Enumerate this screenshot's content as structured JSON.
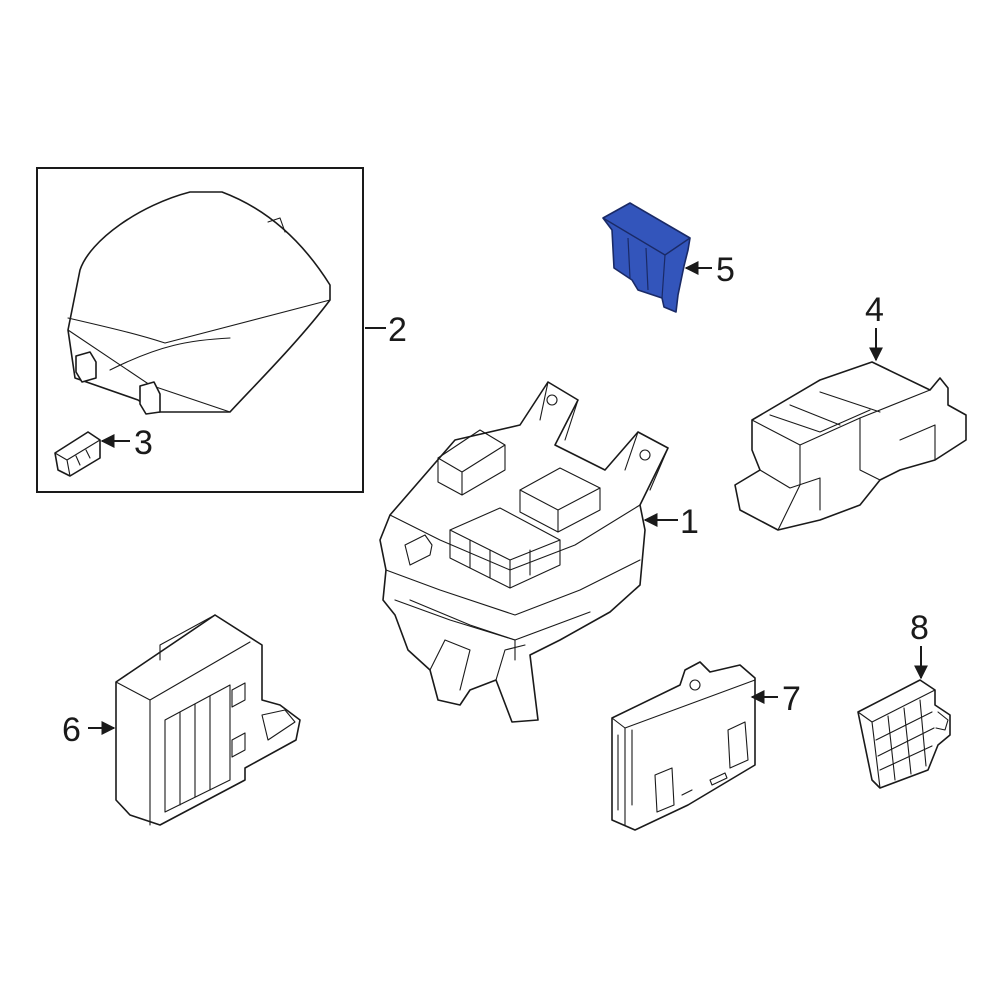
{
  "diagram": {
    "highlight_color": "#3355bb",
    "line_color": "#1a1a1a",
    "callouts": [
      "1",
      "2",
      "3",
      "4",
      "5",
      "6",
      "7",
      "8"
    ]
  }
}
